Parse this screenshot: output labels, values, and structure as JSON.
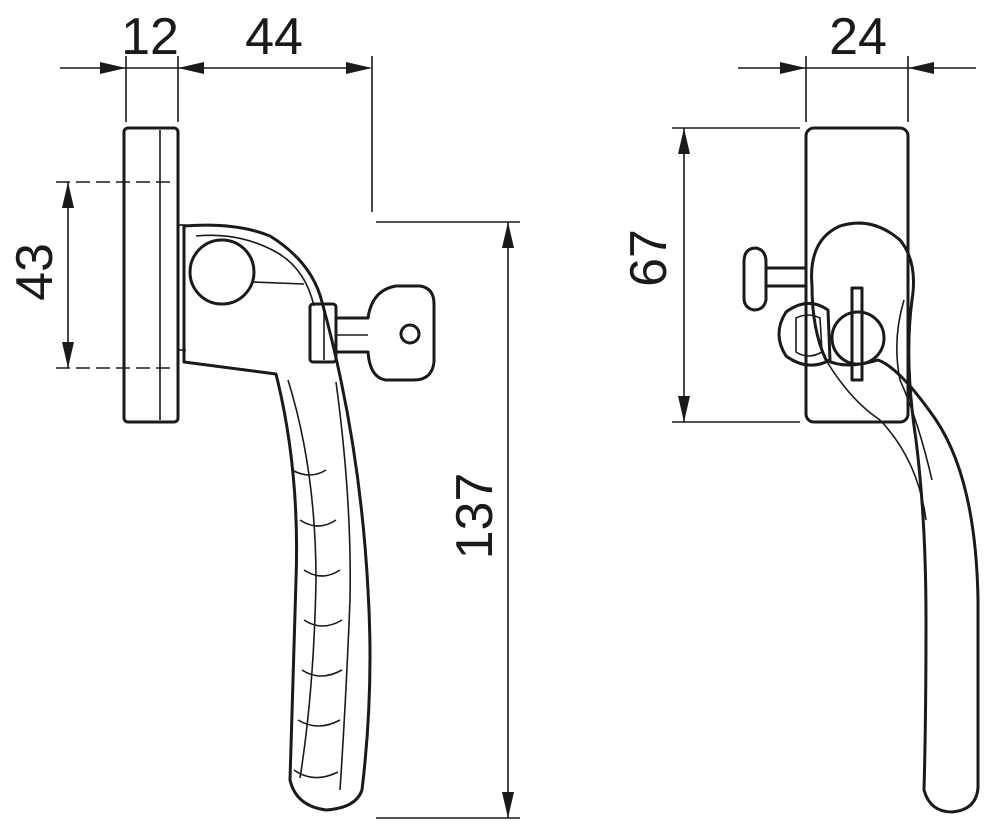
{
  "dimensions": {
    "side_thickness": "12",
    "side_projection": "44",
    "side_rose_height": "43",
    "side_total_height": "137",
    "front_width": "24",
    "front_rose_height": "67"
  },
  "colors": {
    "line": "#1a1a1a",
    "background": "#ffffff"
  }
}
